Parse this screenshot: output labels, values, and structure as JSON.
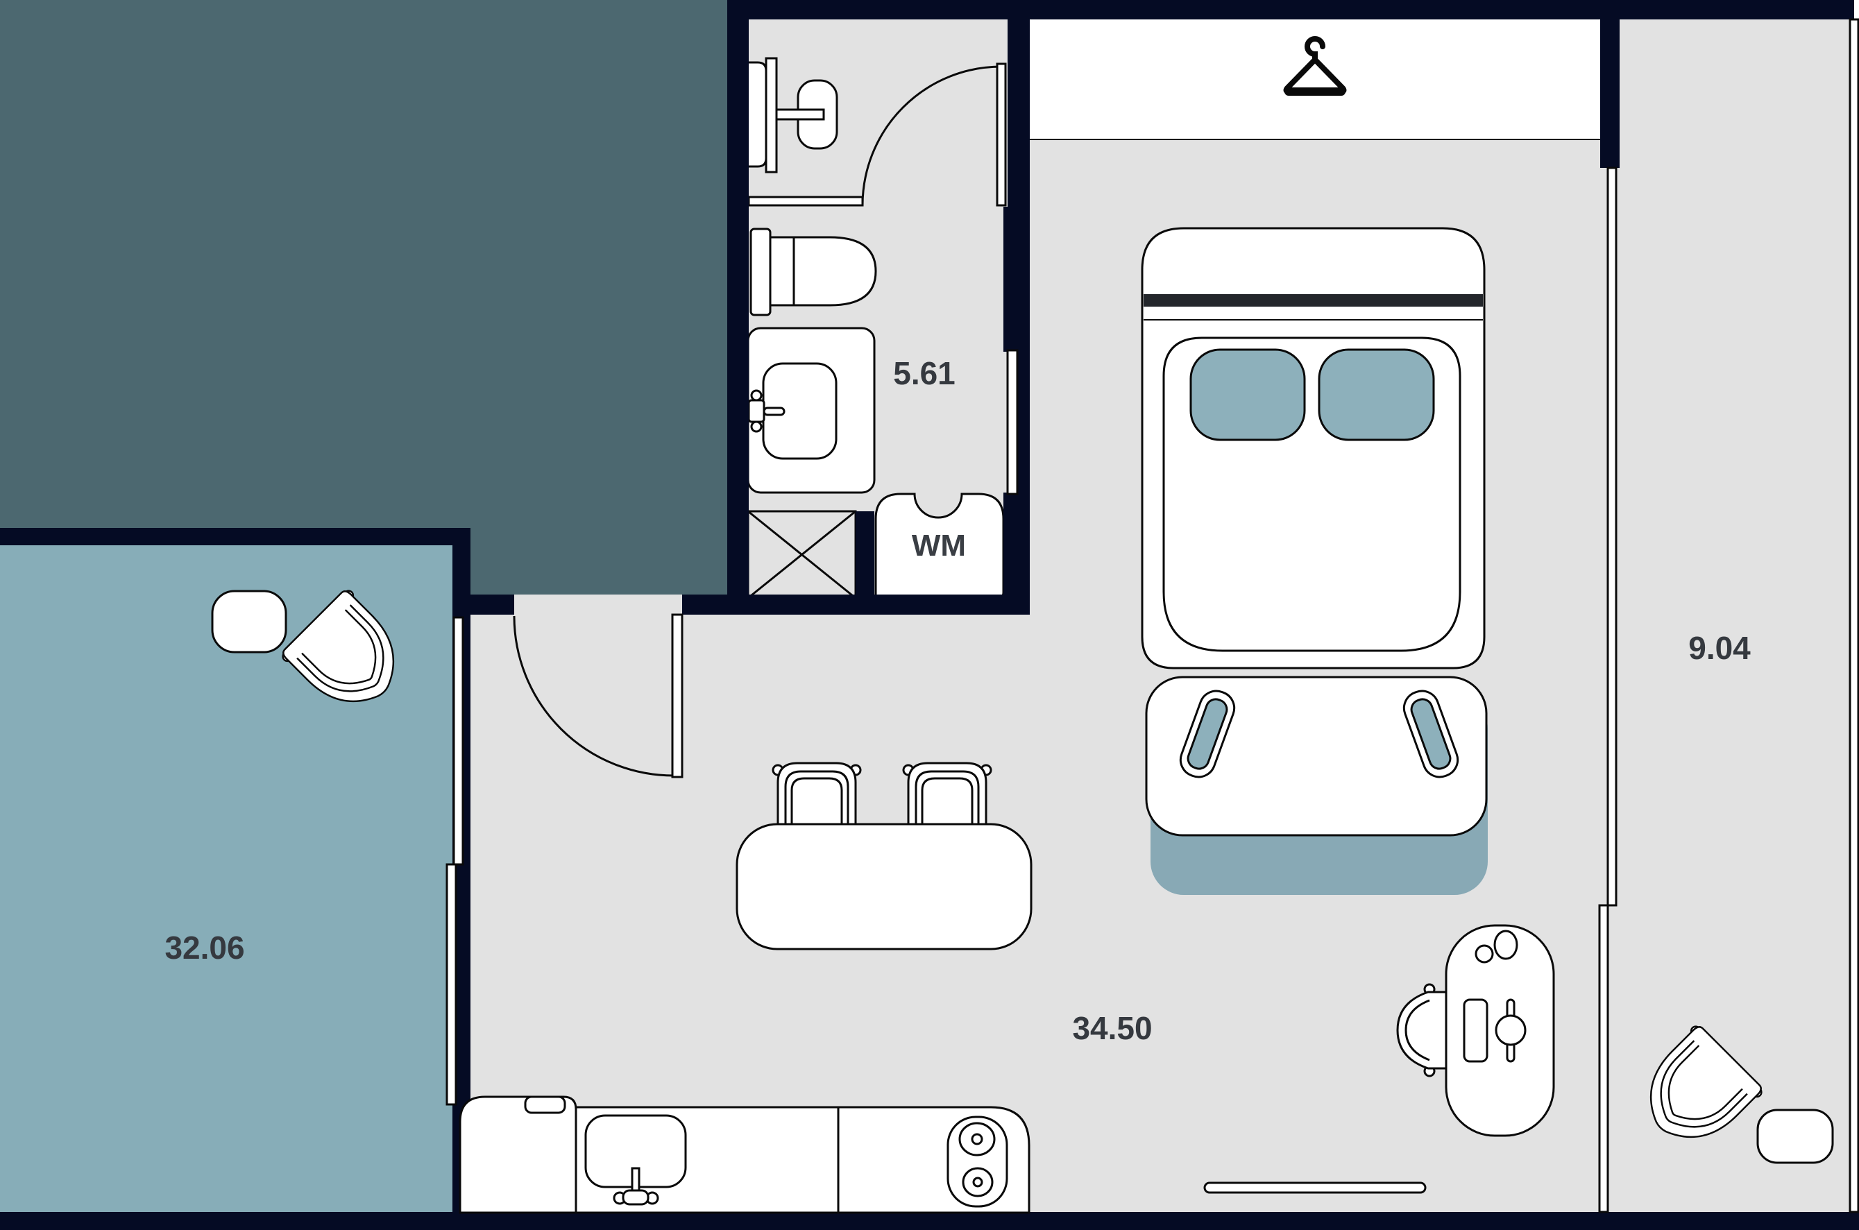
{
  "title": "apartment-floor-plan",
  "rooms": [
    {
      "id": "terrace",
      "area_label": "32.06"
    },
    {
      "id": "bathroom",
      "area_label": "5.61"
    },
    {
      "id": "living-bedroom",
      "area_label": "34.50"
    },
    {
      "id": "balcony",
      "area_label": "9.04"
    }
  ],
  "appliances": {
    "washing_machine_label": "WM"
  },
  "icons": [
    "hanger-icon",
    "shower-icon",
    "toilet-icon",
    "washbasin-icon",
    "washing-machine-icon",
    "duct-cross-icon",
    "kitchen-sink-icon",
    "stove-burners-icon",
    "fridge-icon",
    "bed-icon",
    "pillow-icon",
    "bench-icon",
    "slipper-icon",
    "rug-icon",
    "desk-icon",
    "desk-chair-icon",
    "dining-chair-icon",
    "dining-table-icon",
    "side-table-icon",
    "outdoor-chair-icon",
    "radiator-icon",
    "door-swing-icon",
    "window-icon",
    "railing-icon"
  ],
  "colors": {
    "wall": "#050b24",
    "floor": "#e2e2e2",
    "adjacent_unit": "#4c6870",
    "terrace": "#87adb8",
    "soft_blue": "#8db0bb",
    "rug": "#88a9b5",
    "outline": "#0a0a0a",
    "text": "#35393f",
    "white": "#ffffff",
    "bed_trim": "#23262b"
  }
}
